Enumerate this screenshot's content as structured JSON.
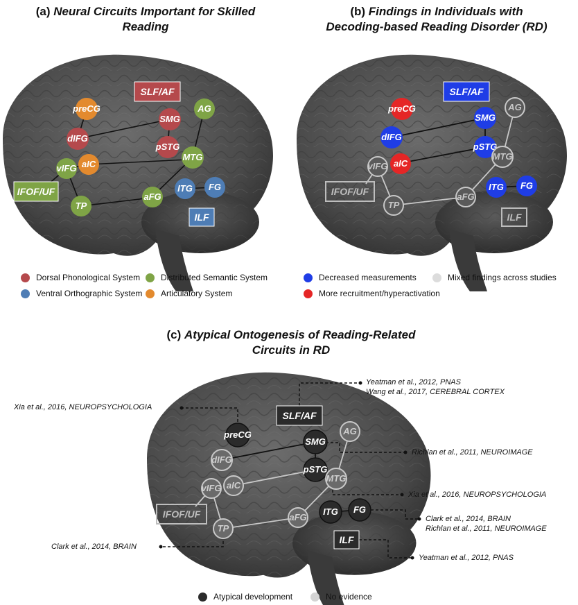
{
  "panels": {
    "a": {
      "label": "(a)",
      "title_l1": "Neural Circuits Important for Skilled",
      "title_l2": "Reading"
    },
    "b": {
      "label": "(b)",
      "title_l1": "Findings in Individuals with",
      "title_l2": "Decoding-based Reading Disorder (RD)"
    },
    "c": {
      "label": "(c)",
      "title_l1": "Atypical Ontogenesis of Reading-Related",
      "title_l2": "Circuits in RD"
    }
  },
  "regions": {
    "preCG": "preCG",
    "SMG": "SMG",
    "AG": "AG",
    "dIFG": "dIFG",
    "pSTG": "pSTG",
    "vIFG": "vIFG",
    "aIC": "aIC",
    "MTG": "MTG",
    "TP": "TP",
    "aFG": "aFG",
    "ITG": "ITG",
    "FG": "FG"
  },
  "tracts": {
    "SLF_AF": "SLF/AF",
    "IFOF_UF": "IFOF/UF",
    "ILF": "ILF"
  },
  "legend_a": [
    {
      "label": "Dorsal Phonological System",
      "color": "#b5494c"
    },
    {
      "label": "Distributed Semantic System",
      "color": "#7fa446"
    },
    {
      "label": "Ventral Orthographic System",
      "color": "#4e7db5"
    },
    {
      "label": "Articulatory System",
      "color": "#e38a2e"
    }
  ],
  "legend_b": [
    {
      "label": "Decreased measurements",
      "color": "#1f3de6"
    },
    {
      "label": "Mixed findings across studies",
      "color": "#dcdcdc"
    },
    {
      "label": "More recruitment/hyperactivation",
      "color": "#e52626"
    }
  ],
  "legend_c": [
    {
      "label": "Atypical development",
      "color": "#2b2b2b"
    },
    {
      "label": "No evidence",
      "color": "#d4d4d4"
    }
  ],
  "citations": {
    "yeatman_wang_1": "Yeatman et al., 2012, PNAS",
    "yeatman_wang_2": "Wang et al., 2017, CEREBRAL CORTEX",
    "xia_precg": "Xia et al., 2016, NEUROPSYCHOLOGIA",
    "richlan_smg": "Richlan et al., 2011, NEUROIMAGE",
    "xia_itg": "Xia et al., 2016, NEUROPSYCHOLOGIA",
    "clark_fg_1": "Clark et al., 2014, BRAIN",
    "clark_fg_2": "Richlan et al., 2011, NEUROIMAGE",
    "clark_tp": "Clark et al., 2014, BRAIN",
    "yeatman_ilf": "Yeatman et al., 2012, PNAS"
  },
  "colors": {
    "dorsal": "#b5494c",
    "semantic": "#7fa446",
    "ventral": "#4e7db5",
    "articulatory": "#e38a2e",
    "decreased": "#1f3de6",
    "more": "#e52626",
    "mixed": "#dcdcdc",
    "atypical": "#2b2b2b",
    "noevidence": "#c8c8c8"
  }
}
